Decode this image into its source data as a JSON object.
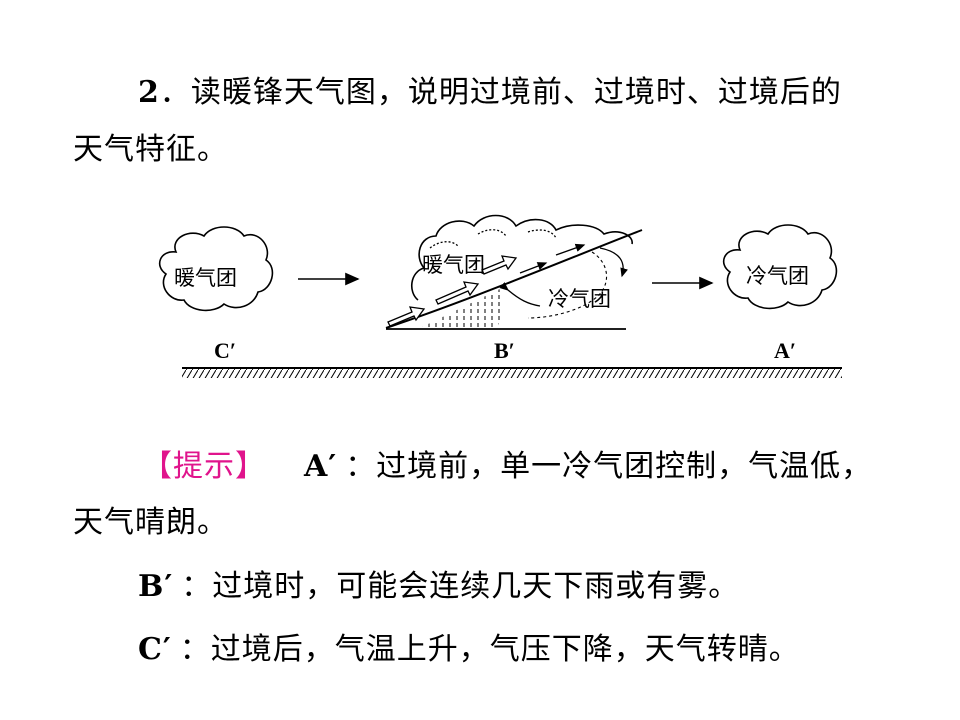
{
  "question": {
    "number": "2",
    "line1": "．读暖锋天气图，说明过境前、过境时、过境后的",
    "line2": "天气特征。"
  },
  "diagram": {
    "warm_air_mass_left": "暖气团",
    "warm_air_mass_front": "暖气团",
    "cold_air_mass_front": "冷气团",
    "cold_air_mass_right": "冷气团",
    "label_c": "C′",
    "label_b": "B′",
    "label_a": "A′"
  },
  "answer": {
    "hint_label": "【提示】",
    "a_label": "A′",
    "a_text_line1": "：过境前，单一冷气团控制，气温低，",
    "a_text_line2": "天气晴朗。",
    "b_label": "B′",
    "b_text": "：过境时，可能会连续几天下雨或有雾。",
    "c_label": "C′",
    "c_text": "：过境后，气温上升，气压下降，天气转晴。"
  },
  "colors": {
    "hint": "#e0148c",
    "text": "#000000"
  }
}
